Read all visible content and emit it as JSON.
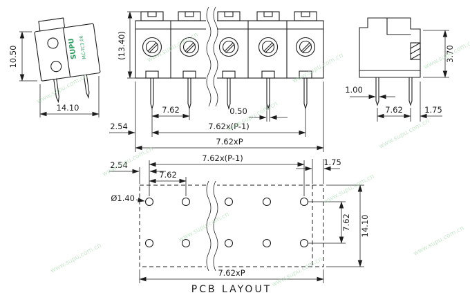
{
  "watermark": "www.supu.com.cn",
  "left_view": {
    "brand": "SUPU",
    "model": "MC-TC3.06",
    "dim_height": "10.50",
    "dim_width": "14.10"
  },
  "front_view": {
    "dim_overall_height": "(13.40)",
    "dim_edge_to_pin": "2.54",
    "dim_pitch": "7.62",
    "dim_pin_width": "0.50",
    "dim_span": "7.62x(P-1)",
    "dim_total_width": "7.62xP"
  },
  "right_view": {
    "dim_opening": "3.70",
    "dim_pin_width": "1.00",
    "dim_pitch": "7.62",
    "dim_edge": "1.75"
  },
  "pcb": {
    "label": "PCB LAYOUT",
    "dim_edge_to_hole": "2.54",
    "dim_span": "7.62x(P-1)",
    "dim_pitch": "7.62",
    "dim_edge_offset": "1.75",
    "dim_hole_dia": "Ø1.40",
    "dim_row_pitch": "7.62",
    "dim_depth": "14.10",
    "dim_total_width": "7.62xP"
  }
}
